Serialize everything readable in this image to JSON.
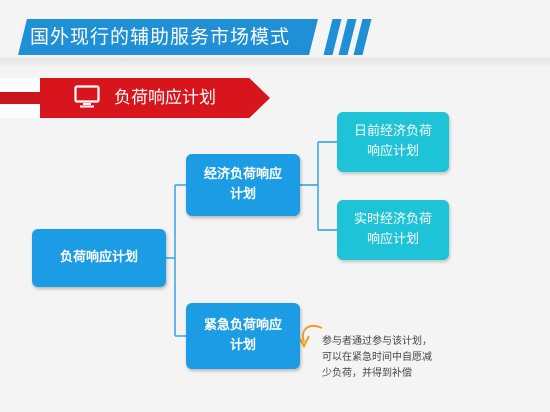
{
  "header": {
    "title": "国外现行的辅助服务市场模式"
  },
  "section": {
    "label": "负荷响应计划",
    "icon": "monitor-icon"
  },
  "diagram": {
    "root": "负荷响应计划",
    "economic": "经济负荷响应\n计划",
    "emergency": "紧急负荷响应\n计划",
    "day_ahead": "日前经济负荷\n响应计划",
    "real_time": "实时经济负荷\n响应计划",
    "note": "参与者通过参与该计划，\n可以在紧急时间中自愿减\n少负荷，并得到补偿"
  },
  "colors": {
    "title_blue": "#1f8fd6",
    "section_red": "#d8141c",
    "node_blue": "#1d9ce6",
    "node_teal": "#1fc3d7",
    "arrow_orange": "#f0a020"
  }
}
